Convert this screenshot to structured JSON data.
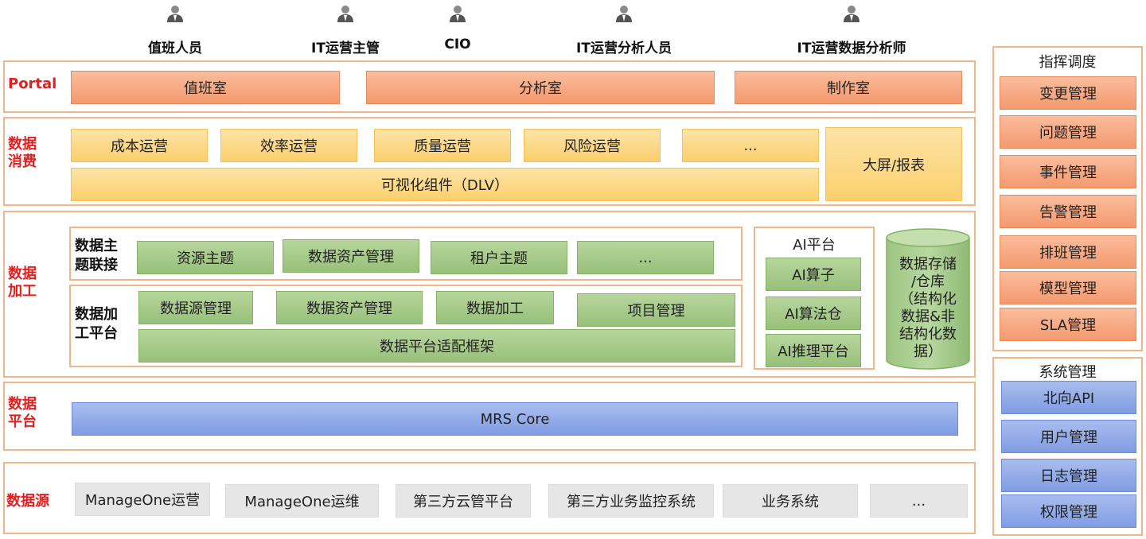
{
  "personas": [
    "值班人员",
    "IT运营主管",
    "CIO",
    "IT运营分析人员",
    "IT运营数据分析师"
  ],
  "layers": {
    "portal": {
      "label": "Portal",
      "items": [
        "值班室",
        "分析室",
        "制作室"
      ]
    },
    "consume": {
      "label_line1": "数据",
      "label_line2": "消费",
      "items": [
        "成本运营",
        "效率运营",
        "质量运营",
        "风险运营",
        "..."
      ],
      "dlv": "可视化组件（DLV）",
      "screen": "大屏/报表"
    },
    "process": {
      "label_line1": "数据",
      "label_line2": "加工",
      "theme": {
        "title_line1": "数据主",
        "title_line2": "题联接",
        "items": [
          "资源主题",
          "数据资产管理",
          "租户主题",
          "..."
        ]
      },
      "platform": {
        "title_line1": "数据加",
        "title_line2": "工平台",
        "items": [
          "数据源管理",
          "数据资产管理",
          "数据加工",
          "项目管理"
        ],
        "framework": "数据平台适配框架"
      },
      "ai": {
        "title": "AI平台",
        "items": [
          "AI算子",
          "AI算法仓",
          "AI推理平台"
        ]
      },
      "storage": [
        "数据存储",
        "/仓库",
        "（结构化",
        "数据&非",
        "结构化数",
        "据）"
      ]
    },
    "dataplatform": {
      "label_line1": "数据",
      "label_line2": "平台",
      "core": "MRS Core"
    },
    "source": {
      "label": "数据源",
      "items": [
        "ManageOne运营",
        "ManageOne运维",
        "第三方云管平台",
        "第三方业务监控系统",
        "业务系统",
        "..."
      ]
    }
  },
  "side": {
    "command": {
      "title": "指挥调度",
      "items": [
        "变更管理",
        "问题管理",
        "事件管理",
        "告警管理",
        "排班管理",
        "模型管理",
        "SLA管理"
      ]
    },
    "system": {
      "title": "系统管理",
      "items": [
        "北向API",
        "用户管理",
        "日志管理",
        "权限管理"
      ]
    }
  }
}
